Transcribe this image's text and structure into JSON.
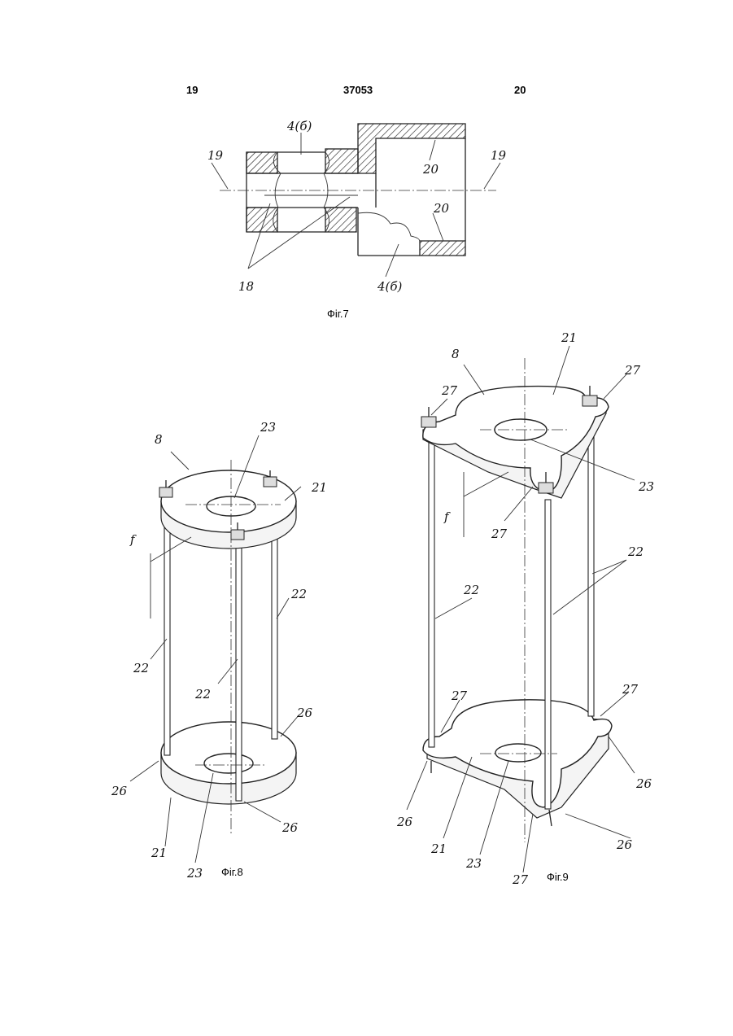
{
  "header": {
    "left_page": "19",
    "patent_number": "37053",
    "right_page": "20"
  },
  "figures": {
    "fig7": {
      "caption": "Фіг.7",
      "labels": {
        "part_top": "4(б)",
        "part_bottom": "4(б)",
        "axis_left": "19",
        "axis_right": "19",
        "thread_top": "20",
        "thread_bottom": "20",
        "bore": "18"
      }
    },
    "fig8": {
      "caption": "Фіг.8",
      "labels": {
        "assembly": "8",
        "hole_top": "23",
        "plate_top": "21",
        "section": "f",
        "rod_right": "22",
        "rod_left": "22",
        "rod_center": "22",
        "socket_right": "26",
        "socket_left": "26",
        "socket_front": "26",
        "plate_bottom": "21",
        "hole_bottom": "23"
      }
    },
    "fig9": {
      "caption": "Фіг.9",
      "labels": {
        "assembly": "8",
        "plate_top": "21",
        "nut_right": "27",
        "nut_left": "27",
        "hole_top": "23",
        "section": "f",
        "nut_front": "27",
        "rods_right": "22",
        "rod_left": "22",
        "lug_left": "27",
        "lug_right": "27",
        "socket_right": "26",
        "socket_left": "26",
        "socket_front": "26",
        "plate_bottom": "21",
        "hole_bottom": "23",
        "lug_front": "27"
      }
    }
  }
}
